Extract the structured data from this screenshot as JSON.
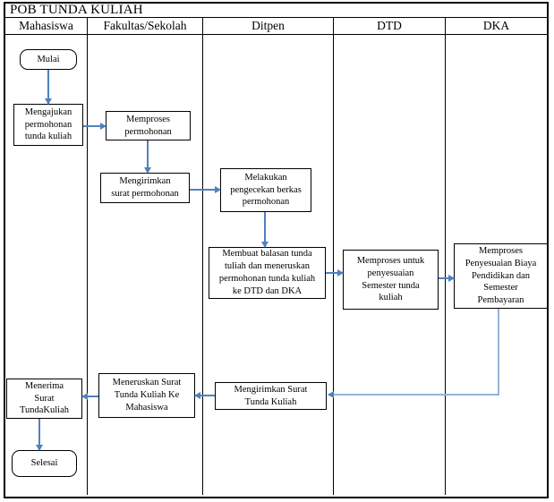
{
  "title": "POB TUNDA KULIAH",
  "lanes": [
    {
      "id": "mahasiswa",
      "label": "Mahasiswa"
    },
    {
      "id": "fakultas",
      "label": "Fakultas/Sekolah"
    },
    {
      "id": "ditpen",
      "label": "Ditpen"
    },
    {
      "id": "dtd",
      "label": "DTD"
    },
    {
      "id": "dka",
      "label": "DKA"
    }
  ],
  "nodes": [
    {
      "id": "start",
      "lane": "mahasiswa",
      "shape": "terminator",
      "label": "Mulai"
    },
    {
      "id": "ajukan",
      "lane": "mahasiswa",
      "shape": "process",
      "label": "Mengajukan\npermohonan\ntunda kuliah"
    },
    {
      "id": "proses-permohonan",
      "lane": "fakultas",
      "shape": "process",
      "label": "Memproses\npermohonan"
    },
    {
      "id": "kirim-surat-permohonan",
      "lane": "fakultas",
      "shape": "process",
      "label": "Mengirimkan\nsurat permohonan"
    },
    {
      "id": "cek-berkas",
      "lane": "ditpen",
      "shape": "process",
      "label": "Melakukan\npengecekan berkas\npermohonan"
    },
    {
      "id": "buat-balasan",
      "lane": "ditpen",
      "shape": "process",
      "label": "Membuat balasan tunda\ntuliah dan meneruskan\npermohonan tunda kuliah\nke DTD dan DKA"
    },
    {
      "id": "dtd-proses",
      "lane": "dtd",
      "shape": "process",
      "label": "Memproses untuk\npenyesuaian\nSemester tunda\nkuliah"
    },
    {
      "id": "dka-proses",
      "lane": "dka",
      "shape": "process",
      "label": "Memproses\nPenyesuaian Biaya\nPendidikan dan\nSemester\nPembayaran"
    },
    {
      "id": "kirim-surat-tunda",
      "lane": "ditpen",
      "shape": "process",
      "label": "Mengirimkan Surat\nTunda Kuliah"
    },
    {
      "id": "teruskan-surat",
      "lane": "fakultas",
      "shape": "process",
      "label": "Meneruskan Surat\nTunda Kuliah Ke\nMahasiswa"
    },
    {
      "id": "terima-surat",
      "lane": "mahasiswa",
      "shape": "process",
      "label": "Menerima\nSurat\nTundaKuliah"
    },
    {
      "id": "end",
      "lane": "mahasiswa",
      "shape": "terminator",
      "label": "Selesai"
    }
  ],
  "edges": [
    {
      "from": "start",
      "to": "ajukan",
      "direction": "down"
    },
    {
      "from": "ajukan",
      "to": "proses-permohonan",
      "direction": "right"
    },
    {
      "from": "proses-permohonan",
      "to": "kirim-surat-permohonan",
      "direction": "down"
    },
    {
      "from": "kirim-surat-permohonan",
      "to": "cek-berkas",
      "direction": "right"
    },
    {
      "from": "cek-berkas",
      "to": "buat-balasan",
      "direction": "down"
    },
    {
      "from": "buat-balasan",
      "to": "dtd-proses",
      "direction": "right"
    },
    {
      "from": "dtd-proses",
      "to": "dka-proses",
      "direction": "right"
    },
    {
      "from": "dka-proses",
      "to": "kirim-surat-tunda",
      "direction": "down-left-elbow"
    },
    {
      "from": "kirim-surat-tunda",
      "to": "teruskan-surat",
      "direction": "left"
    },
    {
      "from": "teruskan-surat",
      "to": "terima-surat",
      "direction": "left"
    },
    {
      "from": "terima-surat",
      "to": "end",
      "direction": "down"
    }
  ],
  "colors": {
    "connector": "#4f81bd",
    "connector_light": "#95b3d7",
    "border": "#000000",
    "background": "#ffffff"
  }
}
